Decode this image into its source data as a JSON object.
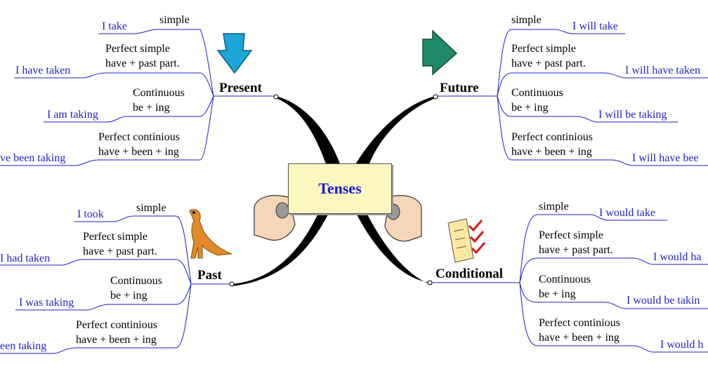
{
  "center": {
    "title": "Tenses"
  },
  "branches": {
    "present": {
      "title": "Present",
      "items": [
        {
          "form": [
            "simple"
          ],
          "example": "I take"
        },
        {
          "form": [
            "Perfect simple",
            "have + past part."
          ],
          "example": "I have taken"
        },
        {
          "form": [
            "Continuous",
            "be + ing"
          ],
          "example": "I am taking"
        },
        {
          "form": [
            "Perfect continious",
            "have + been + ing"
          ],
          "example": "ve been taking"
        }
      ]
    },
    "future": {
      "title": "Future",
      "items": [
        {
          "form": [
            "simple"
          ],
          "example": "I will take"
        },
        {
          "form": [
            "Perfect simple",
            "have + past part."
          ],
          "example": "I will have taken"
        },
        {
          "form": [
            "Continuous",
            "be + ing"
          ],
          "example": "I will be taking"
        },
        {
          "form": [
            "Perfect continious",
            "have + been + ing"
          ],
          "example": "I will have bee"
        }
      ]
    },
    "past": {
      "title": "Past",
      "items": [
        {
          "form": [
            "simple"
          ],
          "example": "I took"
        },
        {
          "form": [
            "Perfect simple",
            "have + past part."
          ],
          "example": "I had taken"
        },
        {
          "form": [
            "Continuous",
            "be + ing"
          ],
          "example": "I was taking"
        },
        {
          "form": [
            "Perfect continious",
            "have + been + ing"
          ],
          "example": "een taking"
        }
      ]
    },
    "conditional": {
      "title": "Conditional",
      "items": [
        {
          "form": [
            "simple"
          ],
          "example": "I would take"
        },
        {
          "form": [
            "Perfect simple",
            "have + past part."
          ],
          "example": "I would ha"
        },
        {
          "form": [
            "Continuous",
            "be + ing"
          ],
          "example": "I would be takin"
        },
        {
          "form": [
            "Perfect continious",
            "have + been + ing"
          ],
          "example": "I would h"
        }
      ]
    }
  },
  "colors": {
    "example_text": "#1f1fc8",
    "card_fill": "#fcf6c0",
    "title_text": "#1a1ad0"
  }
}
